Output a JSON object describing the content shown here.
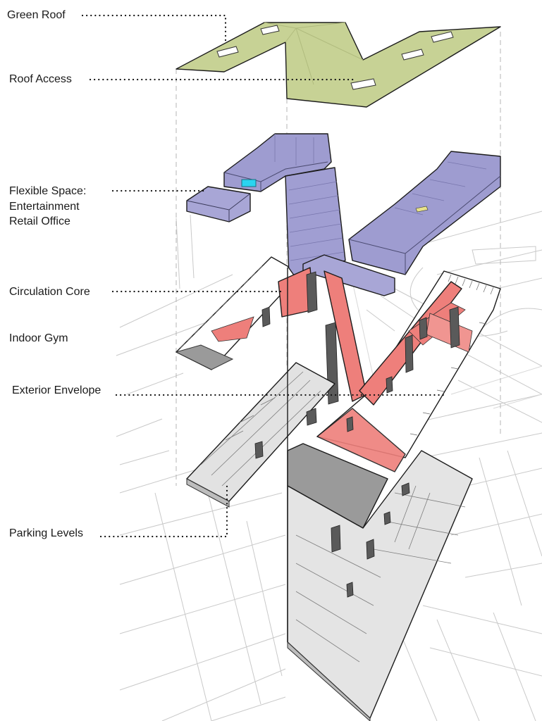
{
  "labels": {
    "green_roof": "Green Roof",
    "roof_access": "Roof Access",
    "flexible_space_1": "Flexible Space:",
    "flexible_space_2": "Entertainment",
    "flexible_space_3": "Retail Office",
    "circulation_core": "Circulation Core",
    "indoor_gym": "Indoor Gym",
    "exterior_envelope": "Exterior Envelope",
    "parking_levels": "Parking Levels"
  },
  "colors": {
    "green_roof": "#c7d295",
    "flexible_space": "#9e9cd0",
    "circulation": "#ee7f7b",
    "parking": "#dcdcdc",
    "core": "#5a5a5a",
    "accent_cyan": "#2ad4f0"
  }
}
